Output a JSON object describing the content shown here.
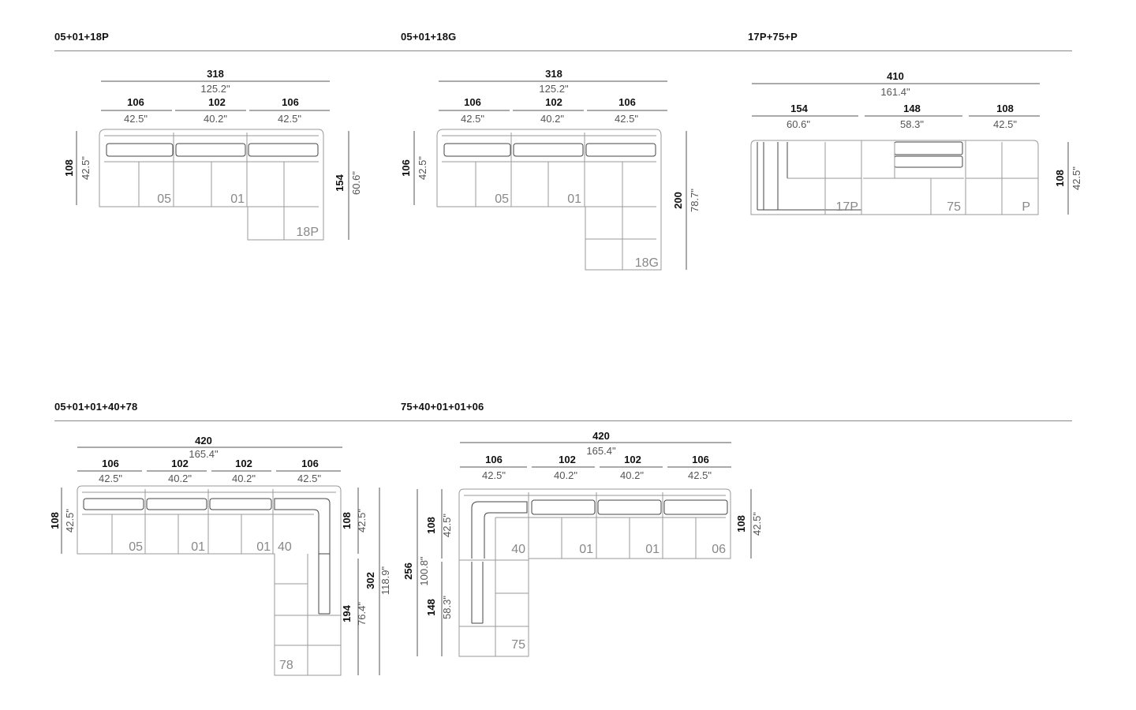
{
  "configs": [
    {
      "title": "05+01+18P",
      "overall": {
        "cm": "318",
        "in": "125.2\""
      },
      "segments": [
        {
          "cm": "106",
          "in": "42.5\""
        },
        {
          "cm": "102",
          "in": "40.2\""
        },
        {
          "cm": "106",
          "in": "42.5\""
        }
      ],
      "depth": {
        "cm": "108",
        "in": "42.5\""
      },
      "right": {
        "cm": "154",
        "in": "60.6\""
      },
      "modules": [
        "05",
        "01",
        "18P"
      ]
    },
    {
      "title": "05+01+18G",
      "overall": {
        "cm": "318",
        "in": "125.2\""
      },
      "segments": [
        {
          "cm": "106",
          "in": "42.5\""
        },
        {
          "cm": "102",
          "in": "40.2\""
        },
        {
          "cm": "106",
          "in": "42.5\""
        }
      ],
      "depth": {
        "cm": "106",
        "in": "42.5\""
      },
      "right": {
        "cm": "200",
        "in": "78.7\""
      },
      "modules": [
        "05",
        "01",
        "18G"
      ]
    },
    {
      "title": "17P+75+P",
      "overall": {
        "cm": "410",
        "in": "161.4\""
      },
      "segments": [
        {
          "cm": "154",
          "in": "60.6\""
        },
        {
          "cm": "148",
          "in": "58.3\""
        },
        {
          "cm": "108",
          "in": "42.5\""
        }
      ],
      "right": {
        "cm": "108",
        "in": "42.5\""
      },
      "modules": [
        "17P",
        "75",
        "P"
      ]
    },
    {
      "title": "05+01+01+40+78",
      "overall": {
        "cm": "420",
        "in": "165.4\""
      },
      "segments": [
        {
          "cm": "106",
          "in": "42.5\""
        },
        {
          "cm": "102",
          "in": "40.2\""
        },
        {
          "cm": "102",
          "in": "40.2\""
        },
        {
          "cm": "106",
          "in": "42.5\""
        }
      ],
      "depth": {
        "cm": "108",
        "in": "42.5\""
      },
      "right_top": {
        "cm": "108",
        "in": "42.5\""
      },
      "right_bottom": {
        "cm": "194",
        "in": "76.4\""
      },
      "right_total": {
        "cm": "302",
        "in": "118.9\""
      },
      "modules": [
        "05",
        "01",
        "01",
        "40",
        "78"
      ]
    },
    {
      "title": "75+40+01+01+06",
      "overall": {
        "cm": "420",
        "in": "165.4\""
      },
      "segments": [
        {
          "cm": "106",
          "in": "42.5\""
        },
        {
          "cm": "102",
          "in": "40.2\""
        },
        {
          "cm": "102",
          "in": "40.2\""
        },
        {
          "cm": "106",
          "in": "42.5\""
        }
      ],
      "left_total": {
        "cm": "256",
        "in": "100.8\""
      },
      "left_top": {
        "cm": "108",
        "in": "42.5\""
      },
      "left_bottom": {
        "cm": "148",
        "in": "58.3\""
      },
      "right": {
        "cm": "108",
        "in": "42.5\""
      },
      "modules": [
        "40",
        "01",
        "01",
        "06",
        "75"
      ]
    }
  ]
}
